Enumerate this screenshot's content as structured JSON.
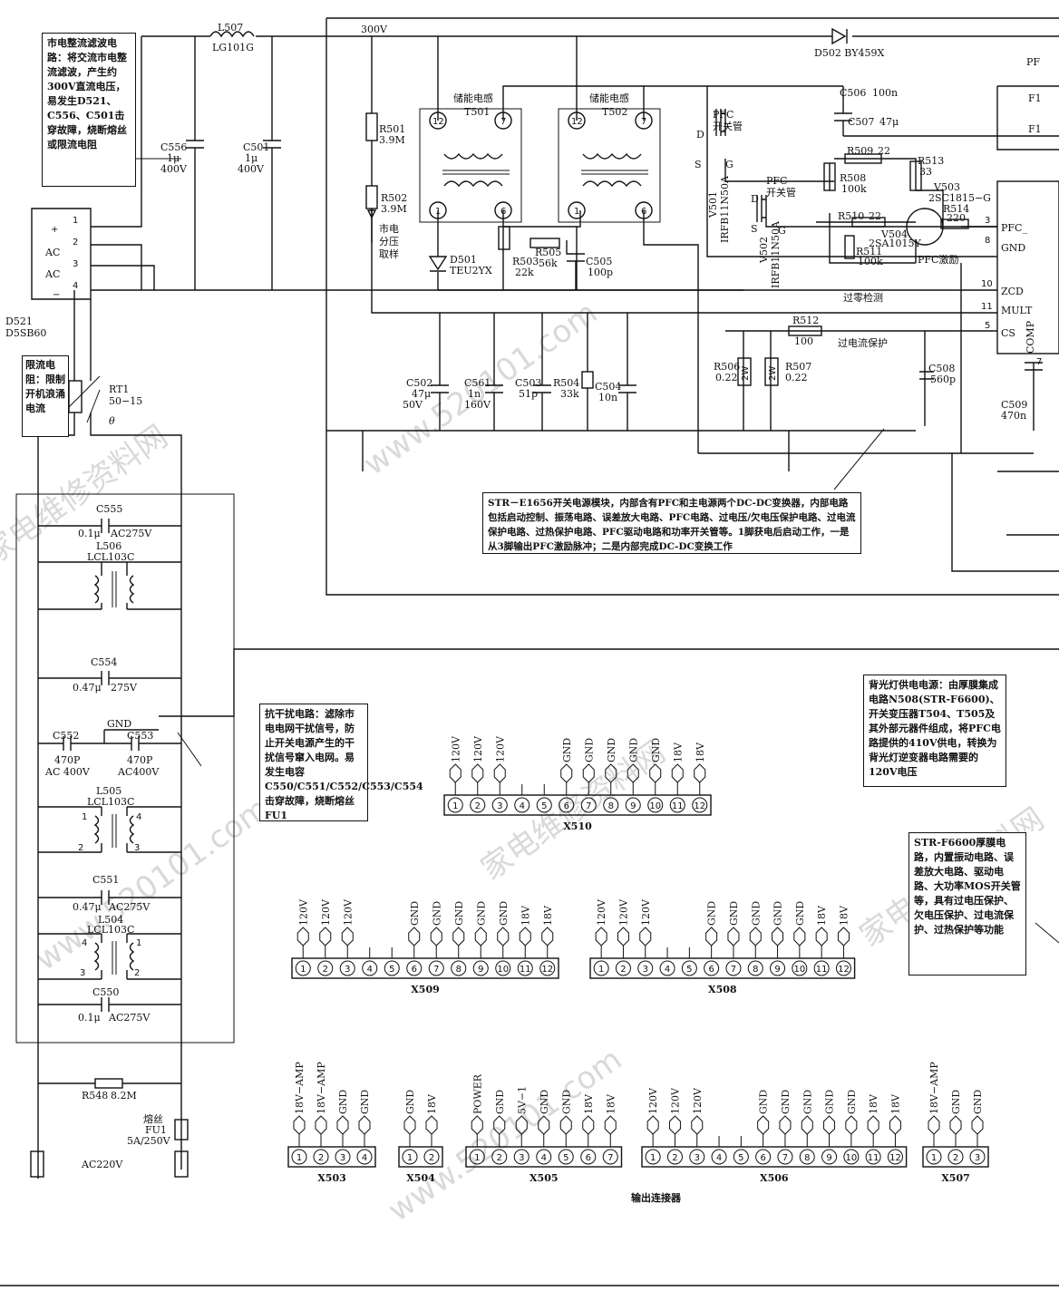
{
  "notes": {
    "rectifier": "市电整流滤波电路：将交流市电整流滤波，产生约300V直流电压，易发生D521、C556、C501击穿故障，烧断熔丝或限流电阻",
    "thermistor": "限流电阻：限制开机浪涌电流",
    "emi": "抗干扰电路：滤除市电电网干扰信号，防止开关电源产生的干扰信号窜入电网。易发生电容C550/C551/C552/C553/C554击穿故障，烧断熔丝FU1",
    "module": "STR－E1656开关电源模块，内部含有PFC和主电源两个DC-DC变换器，内部电路包括启动控制、振荡电路、误差放大电路、PFC电路、过电压/欠电压保护电路、过电流保护电路、过热保护电路、PFC驱动电路和功率开关管等。1脚获电后启动工作，一是从3脚输出PFC激励脉冲；二是内部完成DC-DC变换工作",
    "backlight": "背光灯供电电源：由厚膜集成电路N508(STR-F6600)、开关变压器T504、T505及其外部元器件组成，将PFC电路提供的410V供电，转换为背光灯逆变器电路需要的120V电压",
    "f6600": "STR-F6600厚膜电路，内置振动电路、误差放大电路、驱动电路、大功率MOS开关管等，具有过电压保护、欠电压保护、过电流保护、过热保护等功能"
  },
  "components": {
    "l507": "L507",
    "l507v": "LG101G",
    "d502": "D502  BY459X",
    "v300": "300V",
    "pf": "PF",
    "f1a": "F1",
    "f1b": "F1",
    "c556": "C556",
    "c556v1": "1μ",
    "c556v2": "400V",
    "c501": "C501",
    "c501v1": "1μ",
    "c501v2": "400V",
    "r501": "R501",
    "r501v": "3.9M",
    "r502": "R502",
    "r502v": "3.9M",
    "sample": "市电",
    "sample2": "分压",
    "sample3": "取样",
    "t501t": "储能电感",
    "t501": "T501",
    "t502t": "储能电感",
    "t502": "T502",
    "d501": "D501",
    "d501v": "TEU2YX",
    "r505": "R505",
    "r505v": "56k",
    "r503": "R503",
    "r503v": "22k",
    "c505": "C505",
    "c505v": "100p",
    "pfc1": "PFC",
    "pfc1b": "开关管",
    "pfc2": "PFC",
    "pfc2b": "开关管",
    "v501": "V501",
    "v501v": "IRFB11N50A",
    "v502": "V502",
    "v502v": "IRFB11N50A",
    "c506": "C506",
    "c506v": "100n",
    "c507": "C507",
    "c507v": "47μ",
    "r509": "R509",
    "r509v": "22",
    "r508": "R508",
    "r508v": "100k",
    "r513": "R513",
    "r513v": "33",
    "v503": "V503",
    "v503v": "2SC1815−G",
    "r514": "R514",
    "r514v": "220",
    "r510": "R510",
    "r510v": "22",
    "v504": "V504",
    "v504v": "2SA1015Y",
    "r511": "R511",
    "r511v": "100k",
    "pfcdrv": "PFC激励",
    "ic_pfc": "PFC_",
    "ic_gnd": "GND",
    "ic_zcd": "ZCD",
    "ic_mult": "MULT",
    "ic_cs": "CS",
    "ic_comp": "COMP",
    "ip3": "3",
    "ip8": "8",
    "ip10": "10",
    "ip11": "11",
    "ip5": "5",
    "ip7": "7",
    "zero": "过零检测",
    "r512": "R512",
    "r512v": "100",
    "ocp": "过电流保护",
    "r506": "R506",
    "r506v": "0.22",
    "r507": "R507",
    "r507v": "0.22",
    "w2a": "2W",
    "w2b": "2W",
    "c508": "C508",
    "c508v": "560p",
    "c509": "C509",
    "c509v": "470n",
    "c502": "C502",
    "c502v1": "47μ",
    "c502v2": "50V",
    "c561": "C561",
    "c561v1": "1n",
    "c561v2": "160V",
    "c503": "C503",
    "c503v": "51p",
    "r504": "R504",
    "r504v": "33k",
    "c504": "C504",
    "c504v": "10n",
    "d521": "D521",
    "d521v": "D5SB60",
    "bp": "+",
    "bac1": "AC",
    "bac2": "AC",
    "bm": "−",
    "b1": "1",
    "b2": "2",
    "b3": "3",
    "b4": "4",
    "rt1": "RT1",
    "rt1v": "50−15",
    "theta": "θ",
    "c555": "C555",
    "c555v1": "0.1μ",
    "c555v2": "AC275V",
    "l506": "L506",
    "l506v": "LCL103C",
    "c554": "C554",
    "c554v1": "0.47μ",
    "c554v2": "275V",
    "gnd": "GND",
    "c552": "C552",
    "c552v1": "470P",
    "c552v2": "AC 400V",
    "c553": "C553",
    "c553v1": "470P",
    "c553v2": "AC400V",
    "l505": "L505",
    "l505v": "LCL103C",
    "c551": "C551",
    "c551v1": "0.47μ",
    "c551v2": "AC275V",
    "l504": "L504",
    "l504v": "LCL103C",
    "c550": "C550",
    "c550v1": "0.1μ",
    "c550v2": "AC275V",
    "r548": "R548",
    "r548v": "8.2M",
    "fu1t": "熔丝",
    "fu1": "FU1",
    "fu1v": "5A/250V",
    "ac220": "AC220V",
    "n1": "1",
    "n2": "2",
    "n3": "3",
    "n4": "4",
    "m1": "1",
    "m2": "2",
    "m3": "3",
    "m4": "4"
  },
  "connectors": [
    {
      "id": "x510",
      "name": "X510",
      "labels": [
        "120V",
        "120V",
        "120V",
        "",
        "",
        "GND",
        "GND",
        "GND",
        "GND",
        "GND",
        "18V",
        "18V"
      ]
    },
    {
      "id": "x509",
      "name": "X509",
      "labels": [
        "120V",
        "120V",
        "120V",
        "",
        "",
        "GND",
        "GND",
        "GND",
        "GND",
        "GND",
        "18V",
        "18V"
      ]
    },
    {
      "id": "x508",
      "name": "X508",
      "labels": [
        "120V",
        "120V",
        "120V",
        "",
        "",
        "GND",
        "GND",
        "GND",
        "GND",
        "GND",
        "18V",
        "18V"
      ]
    },
    {
      "id": "x503",
      "name": "X503",
      "labels": [
        "18V−AMP",
        "18V−AMP",
        "GND",
        "GND"
      ]
    },
    {
      "id": "x504",
      "name": "X504",
      "labels": [
        "GND",
        "18V"
      ]
    },
    {
      "id": "x505",
      "name": "X505",
      "labels": [
        "POWER",
        "GND",
        "5V−1",
        "GND",
        "GND",
        "18V",
        "18V"
      ]
    },
    {
      "id": "x506",
      "name": "X506",
      "labels": [
        "120V",
        "120V",
        "120V",
        "",
        "",
        "GND",
        "GND",
        "GND",
        "GND",
        "GND",
        "18V",
        "18V"
      ]
    },
    {
      "id": "x507",
      "name": "X507",
      "labels": [
        "18V−AMP",
        "GND",
        "GND"
      ]
    }
  ],
  "footer": {
    "caption": "输出连接器"
  }
}
